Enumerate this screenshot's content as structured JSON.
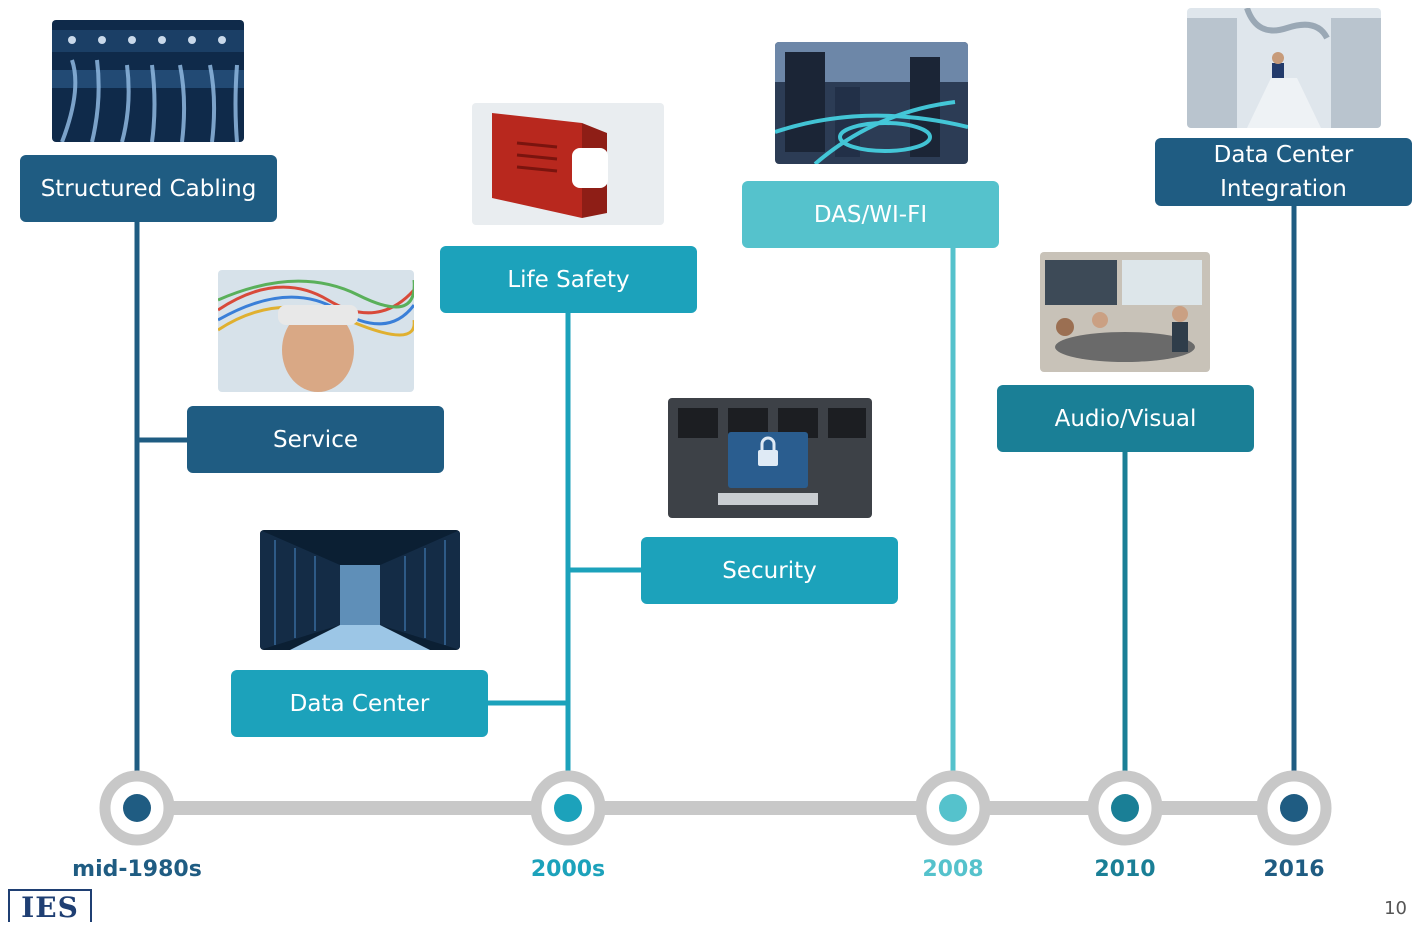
{
  "timeline": {
    "milestones": [
      {
        "label": "mid-1980s",
        "color": "#1f5c82"
      },
      {
        "label": "2000s",
        "color": "#1ca2bb"
      },
      {
        "label": "2008",
        "color": "#55c2cc"
      },
      {
        "label": "2010",
        "color": "#1a7f96"
      },
      {
        "label": "2016",
        "color": "#1f5c82"
      }
    ],
    "track_color": "#c8c8c8"
  },
  "services": {
    "structured_cabling": "Structured Cabling",
    "service": "Service",
    "data_center": "Data Center",
    "life_safety": "Life Safety",
    "security": "Security",
    "das_wifi": "DAS/WI-FI",
    "audio_visual": "Audio/Visual",
    "data_center_integration": "Data Center\nIntegration"
  },
  "photos": {
    "cabling": "patch-panel-photo",
    "service": "technician-with-cables-photo",
    "data_center": "server-aisle-photo",
    "life_safety": "fire-alarm-strobe-photo",
    "security": "computer-lab-lock-photo",
    "das_wifi": "city-network-photo",
    "audio_visual": "conference-room-photo",
    "dc_integration": "data-hall-photo"
  },
  "footer": {
    "logo": "IES",
    "page_number": "10"
  }
}
